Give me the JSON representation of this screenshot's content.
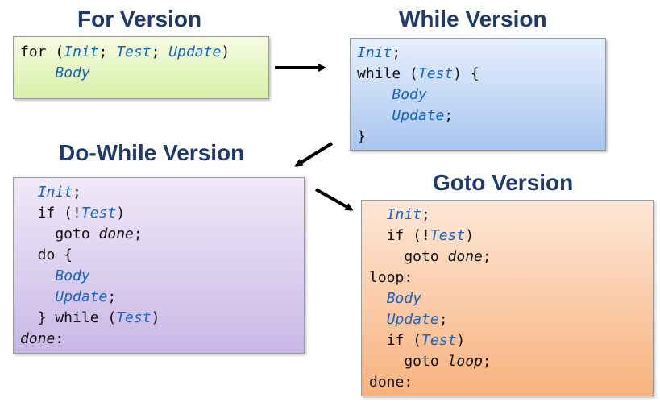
{
  "for_version": {
    "title": "For Version",
    "bg_top": "#f4fbe0",
    "bg_bottom": "#d8f0a8",
    "lines": [
      [
        {
          "t": "for (",
          "c": "kw"
        },
        {
          "t": "Init",
          "c": "ph"
        },
        {
          "t": "; ",
          "c": "kw"
        },
        {
          "t": "Test",
          "c": "ph"
        },
        {
          "t": "; ",
          "c": "kw"
        },
        {
          "t": "Update",
          "c": "ph"
        },
        {
          "t": ")",
          "c": "kw"
        }
      ],
      [
        {
          "t": "    ",
          "c": "kw"
        },
        {
          "t": "Body",
          "c": "ph"
        }
      ]
    ]
  },
  "while_version": {
    "title": "While Version",
    "bg_top": "#e6effc",
    "bg_bottom": "#a9c6f0",
    "lines": [
      [
        {
          "t": "Init",
          "c": "ph"
        },
        {
          "t": ";",
          "c": "kw"
        }
      ],
      [
        {
          "t": "while (",
          "c": "kw"
        },
        {
          "t": "Test",
          "c": "ph"
        },
        {
          "t": ") {",
          "c": "kw"
        }
      ],
      [
        {
          "t": "    ",
          "c": "kw"
        },
        {
          "t": "Body",
          "c": "ph"
        }
      ],
      [
        {
          "t": "    ",
          "c": "kw"
        },
        {
          "t": "Update",
          "c": "ph"
        },
        {
          "t": ";",
          "c": "kw"
        }
      ],
      [
        {
          "t": "}",
          "c": "kw"
        }
      ]
    ]
  },
  "do_while_version": {
    "title": "Do-While Version",
    "bg_top": "#efe9f8",
    "bg_bottom": "#c9b8e6",
    "lines": [
      [
        {
          "t": "  ",
          "c": "kw"
        },
        {
          "t": "Init",
          "c": "ph"
        },
        {
          "t": ";",
          "c": "kw"
        }
      ],
      [
        {
          "t": "  if (!",
          "c": "kw"
        },
        {
          "t": "Test",
          "c": "ph"
        },
        {
          "t": ")",
          "c": "kw"
        }
      ],
      [
        {
          "t": "    goto ",
          "c": "kw"
        },
        {
          "t": "done",
          "c": "lab"
        },
        {
          "t": ";",
          "c": "kw"
        }
      ],
      [
        {
          "t": "  do {",
          "c": "kw"
        }
      ],
      [
        {
          "t": "    ",
          "c": "kw"
        },
        {
          "t": "Body",
          "c": "ph"
        }
      ],
      [
        {
          "t": "    ",
          "c": "kw"
        },
        {
          "t": "Update",
          "c": "ph"
        },
        {
          "t": ";",
          "c": "kw"
        }
      ],
      [
        {
          "t": "  } while (",
          "c": "kw"
        },
        {
          "t": "Test",
          "c": "ph"
        },
        {
          "t": ")",
          "c": "kw"
        }
      ],
      [
        {
          "t": "done",
          "c": "lab"
        },
        {
          "t": ":",
          "c": "kw"
        }
      ]
    ]
  },
  "goto_version": {
    "title": "Goto Version",
    "bg_top": "#fde7d6",
    "bg_bottom": "#f8b27e",
    "lines": [
      [
        {
          "t": "  ",
          "c": "kw"
        },
        {
          "t": "Init",
          "c": "ph"
        },
        {
          "t": ";",
          "c": "kw"
        }
      ],
      [
        {
          "t": "  if (!",
          "c": "kw"
        },
        {
          "t": "Test",
          "c": "ph"
        },
        {
          "t": ")",
          "c": "kw"
        }
      ],
      [
        {
          "t": "    goto ",
          "c": "kw"
        },
        {
          "t": "done",
          "c": "lab"
        },
        {
          "t": ";",
          "c": "kw"
        }
      ],
      [
        {
          "t": "loop:",
          "c": "kw"
        }
      ],
      [
        {
          "t": "  ",
          "c": "kw"
        },
        {
          "t": "Body",
          "c": "ph"
        }
      ],
      [
        {
          "t": "  ",
          "c": "kw"
        },
        {
          "t": "Update",
          "c": "ph"
        },
        {
          "t": ";",
          "c": "kw"
        }
      ],
      [
        {
          "t": "  if (",
          "c": "kw"
        },
        {
          "t": "Test",
          "c": "ph"
        },
        {
          "t": ")",
          "c": "kw"
        }
      ],
      [
        {
          "t": "    goto ",
          "c": "kw"
        },
        {
          "t": "loop",
          "c": "lab"
        },
        {
          "t": ";",
          "c": "kw"
        }
      ],
      [
        {
          "t": "done:",
          "c": "kw"
        }
      ]
    ]
  }
}
